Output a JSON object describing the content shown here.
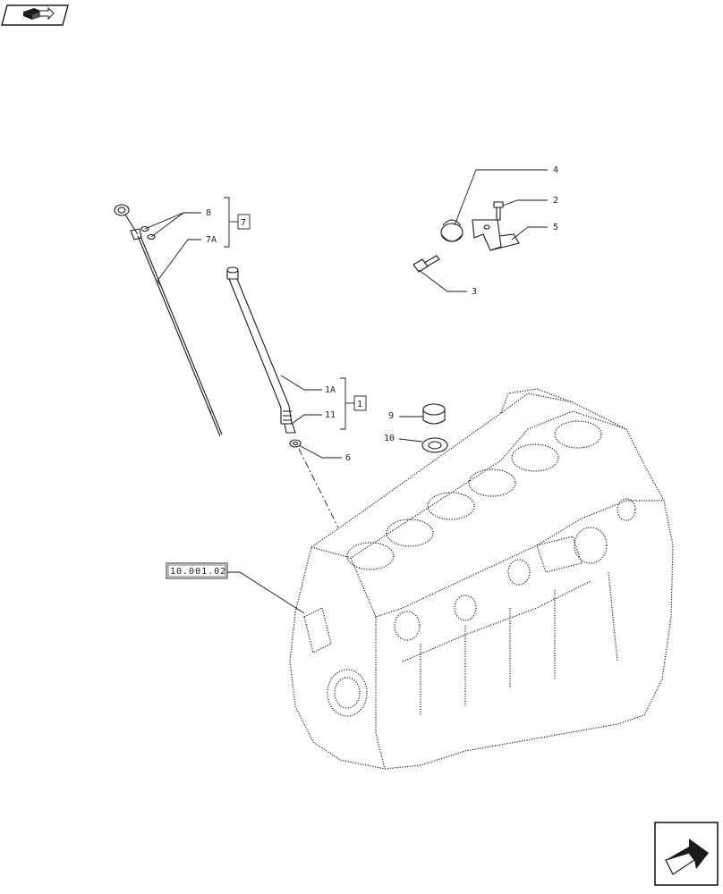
{
  "nav": {
    "prev_icon": "arrow-book-icon",
    "next_icon": "arrow-next-page-icon"
  },
  "callouts": {
    "c1": "1",
    "c1a": "1A",
    "c11": "11",
    "c2": "2",
    "c3": "3",
    "c4": "4",
    "c5": "5",
    "c6": "6",
    "c7": "7",
    "c7a": "7A",
    "c8": "8",
    "c9": "9",
    "c10": "10"
  },
  "reference": {
    "label": "10.001.02"
  },
  "colors": {
    "ink": "#1a1a1a",
    "background": "#ffffff"
  }
}
